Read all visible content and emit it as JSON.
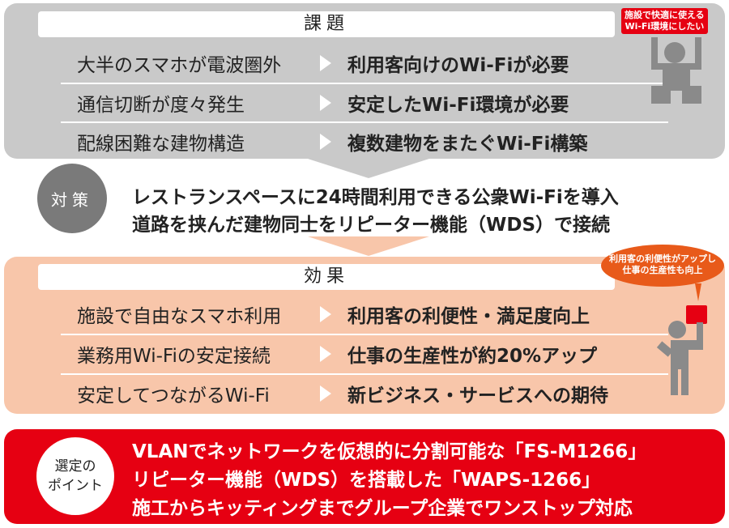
{
  "issues": {
    "title": "課題",
    "rows": [
      {
        "problem": "大半のスマホが電波圏外",
        "need": "利用客向けのWi-Fiが必要"
      },
      {
        "problem": "通信切断が度々発生",
        "need": "安定したWi-Fi環境が必要"
      },
      {
        "problem": "配線困難な建物構造",
        "need": "複数建物をまたぐWi-Fi構築"
      }
    ],
    "badge": [
      "施設で快適に使える",
      "Wi-Fi環境にしたい"
    ]
  },
  "measures": {
    "label": "対策",
    "lines": [
      "レストランスペースに24時間利用できる公衆Wi-Fiを導入",
      "道路を挟んだ建物同士をリピーター機能（WDS）で接続"
    ]
  },
  "effects": {
    "title": "効果",
    "rows": [
      {
        "problem": "施設で自由なスマホ利用",
        "need": "利用客の利便性・満足度向上"
      },
      {
        "problem": "業務用Wi-Fiの安定接続",
        "need": "仕事の生産性が約20%アップ"
      },
      {
        "problem": "安定してつながるWi-Fi",
        "need": "新ビジネス・サービスへの期待"
      }
    ],
    "bubble": [
      "利用客の利便性がアップし",
      "仕事の生産性も向上"
    ]
  },
  "selection": {
    "label": [
      "選定の",
      "ポイント"
    ],
    "lines": [
      "VLANでネットワークを仮想的に分割可能な「FS-M1266」",
      "リピーター機能（WDS）を搭載した「WAPS-1266」",
      "施工からキッティングまでグループ企業でワンストップ対応"
    ]
  },
  "colors": {
    "gray": "#c9c9c9",
    "peach": "#f8c6aa",
    "red": "#e60012",
    "orange": "#e85a1a"
  }
}
